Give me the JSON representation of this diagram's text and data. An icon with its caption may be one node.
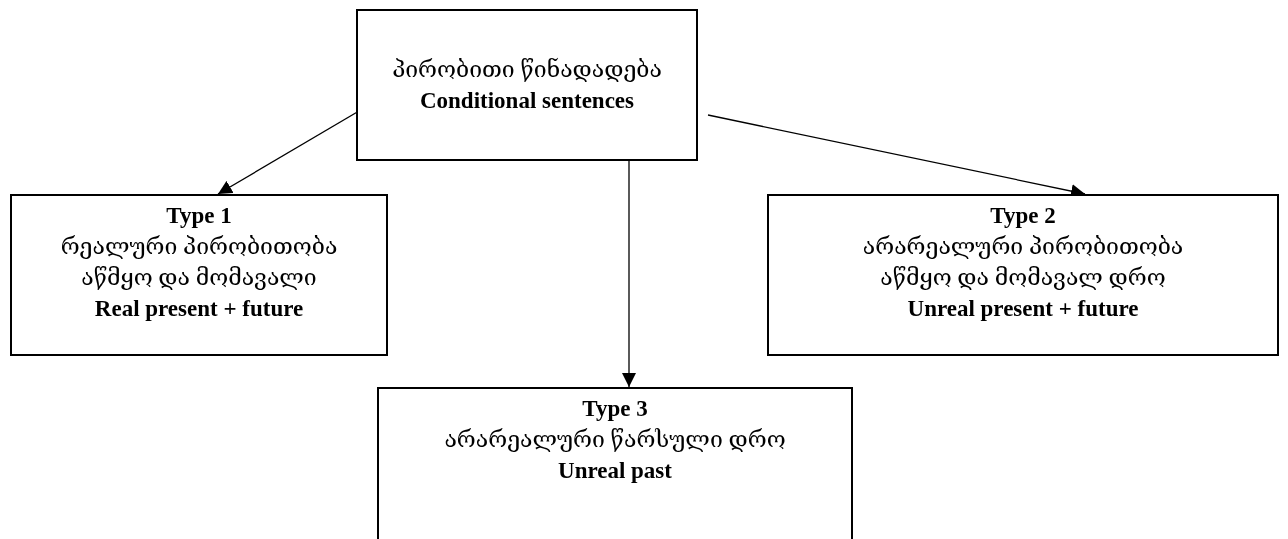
{
  "diagram": {
    "nodes": [
      {
        "text": [
          "პირობითი წინადადება",
          "Conditional sentences"
        ]
      },
      {
        "text": [
          "Type 1",
          "რეალური პირობითობა",
          "აწმყო და მომავალი",
          "Real present + future"
        ]
      },
      {
        "text": [
          "Type 2",
          "არარეალური პირობითობა",
          "აწმყო და მომავალ დრო",
          "Unreal present + future"
        ]
      },
      {
        "text": [
          "Type 3",
          "არარეალური წარსული დრო",
          "Unreal past"
        ]
      }
    ],
    "edges": [
      {
        "from": 0,
        "to": 1,
        "arrow": "to"
      },
      {
        "from": 0,
        "to": 3,
        "arrow": "to"
      },
      {
        "from": 0,
        "to": 2,
        "arrow": "to"
      }
    ]
  }
}
